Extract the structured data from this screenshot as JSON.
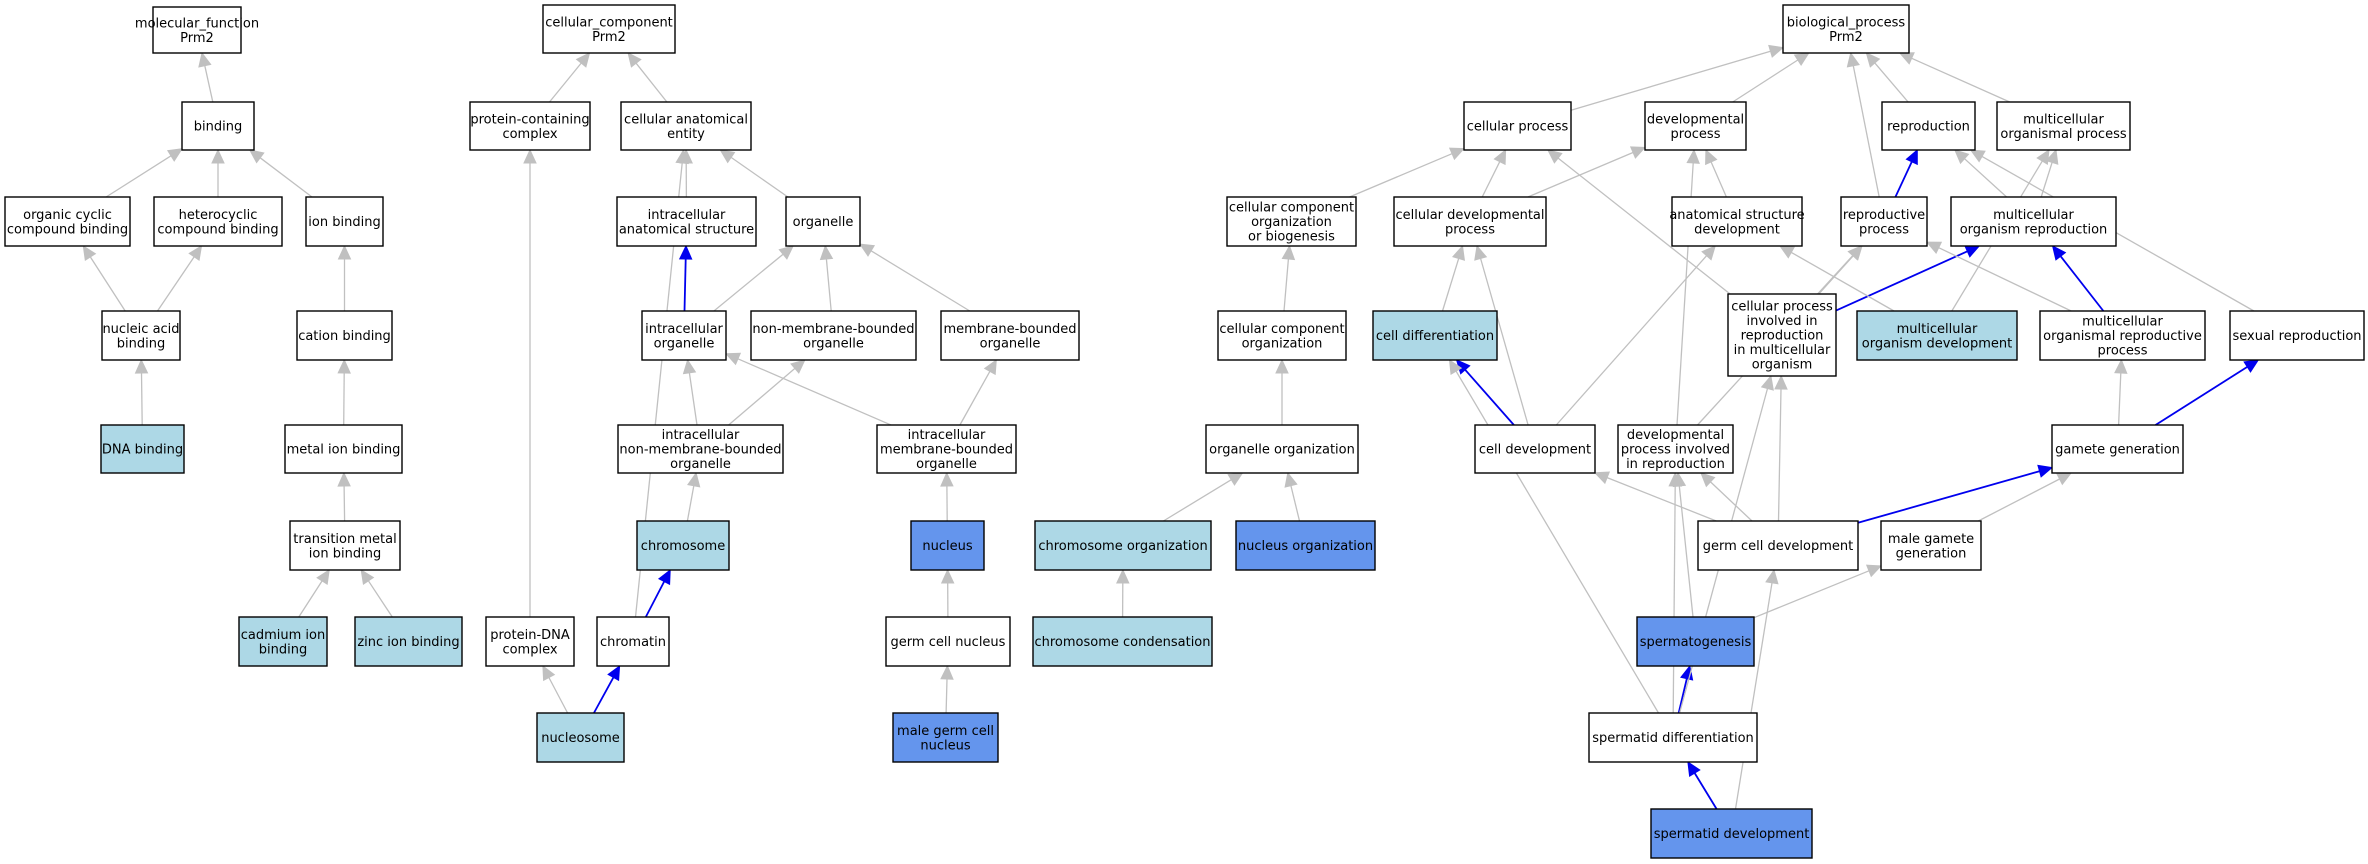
{
  "colors": {
    "plain": "#ffffff",
    "light": "#add8e6",
    "strong": "#6495ed",
    "edge": "#c0c0c0",
    "edge_highlight": "#0000ee"
  },
  "nodes": [
    {
      "id": "mf",
      "lines": [
        "molecular_function",
        "Prm2"
      ],
      "fill": "plain"
    },
    {
      "id": "binding",
      "lines": [
        "binding"
      ],
      "fill": "plain"
    },
    {
      "id": "ocb",
      "lines": [
        "organic cyclic",
        "compound binding"
      ],
      "fill": "plain"
    },
    {
      "id": "hcb",
      "lines": [
        "heterocyclic",
        "compound binding"
      ],
      "fill": "plain"
    },
    {
      "id": "ionb",
      "lines": [
        "ion binding"
      ],
      "fill": "plain"
    },
    {
      "id": "nab",
      "lines": [
        "nucleic acid",
        "binding"
      ],
      "fill": "plain"
    },
    {
      "id": "cationb",
      "lines": [
        "cation binding"
      ],
      "fill": "plain"
    },
    {
      "id": "dnab",
      "lines": [
        "DNA binding"
      ],
      "fill": "light"
    },
    {
      "id": "metalb",
      "lines": [
        "metal ion binding"
      ],
      "fill": "plain"
    },
    {
      "id": "tmib",
      "lines": [
        "transition metal",
        "ion binding"
      ],
      "fill": "plain"
    },
    {
      "id": "cdb",
      "lines": [
        "cadmium ion",
        "binding"
      ],
      "fill": "light"
    },
    {
      "id": "znb",
      "lines": [
        "zinc ion binding"
      ],
      "fill": "light"
    },
    {
      "id": "cc",
      "lines": [
        "cellular_component",
        "Prm2"
      ],
      "fill": "plain"
    },
    {
      "id": "pcc",
      "lines": [
        "protein-containing",
        "complex"
      ],
      "fill": "plain"
    },
    {
      "id": "cae",
      "lines": [
        "cellular anatomical",
        "entity"
      ],
      "fill": "plain"
    },
    {
      "id": "ias",
      "lines": [
        "intracellular",
        "anatomical structure"
      ],
      "fill": "plain"
    },
    {
      "id": "organelle",
      "lines": [
        "organelle"
      ],
      "fill": "plain"
    },
    {
      "id": "io",
      "lines": [
        "intracellular",
        "organelle"
      ],
      "fill": "plain"
    },
    {
      "id": "nmbo",
      "lines": [
        "non-membrane-bounded",
        "organelle"
      ],
      "fill": "plain"
    },
    {
      "id": "mbo",
      "lines": [
        "membrane-bounded",
        "organelle"
      ],
      "fill": "plain"
    },
    {
      "id": "inmbo",
      "lines": [
        "intracellular",
        "non-membrane-bounded",
        "organelle"
      ],
      "fill": "plain"
    },
    {
      "id": "imbo",
      "lines": [
        "intracellular",
        "membrane-bounded",
        "organelle"
      ],
      "fill": "plain"
    },
    {
      "id": "chromosome",
      "lines": [
        "chromosome"
      ],
      "fill": "light"
    },
    {
      "id": "nucleus",
      "lines": [
        "nucleus"
      ],
      "fill": "strong"
    },
    {
      "id": "pdc",
      "lines": [
        "protein-DNA",
        "complex"
      ],
      "fill": "plain"
    },
    {
      "id": "chromatin",
      "lines": [
        "chromatin"
      ],
      "fill": "plain"
    },
    {
      "id": "gcn",
      "lines": [
        "germ cell nucleus"
      ],
      "fill": "plain"
    },
    {
      "id": "nucleosome",
      "lines": [
        "nucleosome"
      ],
      "fill": "light"
    },
    {
      "id": "mgcn",
      "lines": [
        "male germ cell",
        "nucleus"
      ],
      "fill": "strong"
    },
    {
      "id": "ccob",
      "lines": [
        "cellular component",
        "organization",
        "or biogenesis"
      ],
      "fill": "plain"
    },
    {
      "id": "cco",
      "lines": [
        "cellular component",
        "organization"
      ],
      "fill": "plain"
    },
    {
      "id": "oo",
      "lines": [
        "organelle organization"
      ],
      "fill": "plain"
    },
    {
      "id": "co",
      "lines": [
        "chromosome organization"
      ],
      "fill": "light"
    },
    {
      "id": "no",
      "lines": [
        "nucleus organization"
      ],
      "fill": "strong"
    },
    {
      "id": "cond",
      "lines": [
        "chromosome condensation"
      ],
      "fill": "light"
    },
    {
      "id": "bp",
      "lines": [
        "biological_process",
        "Prm2"
      ],
      "fill": "plain"
    },
    {
      "id": "cp",
      "lines": [
        "cellular process"
      ],
      "fill": "plain"
    },
    {
      "id": "dp",
      "lines": [
        "developmental",
        "process"
      ],
      "fill": "plain"
    },
    {
      "id": "repro",
      "lines": [
        "reproduction"
      ],
      "fill": "plain"
    },
    {
      "id": "mop",
      "lines": [
        "multicellular",
        "organismal process"
      ],
      "fill": "plain"
    },
    {
      "id": "cdp",
      "lines": [
        "cellular developmental",
        "process"
      ],
      "fill": "plain"
    },
    {
      "id": "asd",
      "lines": [
        "anatomical structure",
        "development"
      ],
      "fill": "plain"
    },
    {
      "id": "rp",
      "lines": [
        "reproductive",
        "process"
      ],
      "fill": "plain"
    },
    {
      "id": "mor",
      "lines": [
        "multicellular",
        "organism reproduction"
      ],
      "fill": "plain"
    },
    {
      "id": "cdiff",
      "lines": [
        "cell differentiation"
      ],
      "fill": "light"
    },
    {
      "id": "cpirmo",
      "lines": [
        "cellular process",
        "involved in",
        "reproduction",
        "in multicellular",
        "organism"
      ],
      "fill": "plain"
    },
    {
      "id": "mod",
      "lines": [
        "multicellular",
        "organism development"
      ],
      "fill": "light"
    },
    {
      "id": "morp",
      "lines": [
        "multicellular",
        "organismal reproductive",
        "process"
      ],
      "fill": "plain"
    },
    {
      "id": "sr",
      "lines": [
        "sexual reproduction"
      ],
      "fill": "plain"
    },
    {
      "id": "cdev",
      "lines": [
        "cell development"
      ],
      "fill": "plain"
    },
    {
      "id": "dpir",
      "lines": [
        "developmental",
        "process involved",
        "in reproduction"
      ],
      "fill": "plain"
    },
    {
      "id": "gg",
      "lines": [
        "gamete generation"
      ],
      "fill": "plain"
    },
    {
      "id": "gcd",
      "lines": [
        "germ cell development"
      ],
      "fill": "plain"
    },
    {
      "id": "mgg",
      "lines": [
        "male gamete",
        "generation"
      ],
      "fill": "plain"
    },
    {
      "id": "sg",
      "lines": [
        "spermatogenesis"
      ],
      "fill": "strong"
    },
    {
      "id": "sdiff",
      "lines": [
        "spermatid differentiation"
      ],
      "fill": "plain"
    },
    {
      "id": "sdev",
      "lines": [
        "spermatid development"
      ],
      "fill": "strong"
    }
  ],
  "edges": [
    {
      "from": "binding",
      "to": "mf",
      "hl": false
    },
    {
      "from": "ocb",
      "to": "binding",
      "hl": false
    },
    {
      "from": "hcb",
      "to": "binding",
      "hl": false
    },
    {
      "from": "ionb",
      "to": "binding",
      "hl": false
    },
    {
      "from": "nab",
      "to": "ocb",
      "hl": false
    },
    {
      "from": "nab",
      "to": "hcb",
      "hl": false
    },
    {
      "from": "cationb",
      "to": "ionb",
      "hl": false
    },
    {
      "from": "dnab",
      "to": "nab",
      "hl": false
    },
    {
      "from": "metalb",
      "to": "cationb",
      "hl": false
    },
    {
      "from": "tmib",
      "to": "metalb",
      "hl": false
    },
    {
      "from": "cdb",
      "to": "tmib",
      "hl": false
    },
    {
      "from": "znb",
      "to": "tmib",
      "hl": false
    },
    {
      "from": "pcc",
      "to": "cc",
      "hl": false
    },
    {
      "from": "cae",
      "to": "cc",
      "hl": false
    },
    {
      "from": "ias",
      "to": "cae",
      "hl": false
    },
    {
      "from": "organelle",
      "to": "cae",
      "hl": false
    },
    {
      "from": "io",
      "to": "ias",
      "hl": true
    },
    {
      "from": "io",
      "to": "organelle",
      "hl": false
    },
    {
      "from": "nmbo",
      "to": "organelle",
      "hl": false
    },
    {
      "from": "mbo",
      "to": "organelle",
      "hl": false
    },
    {
      "from": "inmbo",
      "to": "io",
      "hl": false
    },
    {
      "from": "inmbo",
      "to": "nmbo",
      "hl": false
    },
    {
      "from": "imbo",
      "to": "io",
      "hl": false
    },
    {
      "from": "imbo",
      "to": "mbo",
      "hl": false
    },
    {
      "from": "chromosome",
      "to": "inmbo",
      "hl": false
    },
    {
      "from": "nucleus",
      "to": "imbo",
      "hl": false
    },
    {
      "from": "pdc",
      "to": "pcc",
      "hl": false
    },
    {
      "from": "chromatin",
      "to": "chromosome",
      "hl": true
    },
    {
      "from": "chromatin",
      "to": "cae",
      "hl": false
    },
    {
      "from": "gcn",
      "to": "nucleus",
      "hl": false
    },
    {
      "from": "nucleosome",
      "to": "chromatin",
      "hl": true
    },
    {
      "from": "nucleosome",
      "to": "pdc",
      "hl": false
    },
    {
      "from": "mgcn",
      "to": "gcn",
      "hl": false
    },
    {
      "from": "ccob",
      "to": "cp",
      "hl": false
    },
    {
      "from": "cco",
      "to": "ccob",
      "hl": false
    },
    {
      "from": "oo",
      "to": "cco",
      "hl": false
    },
    {
      "from": "co",
      "to": "oo",
      "hl": false
    },
    {
      "from": "no",
      "to": "oo",
      "hl": false
    },
    {
      "from": "cond",
      "to": "co",
      "hl": false
    },
    {
      "from": "cp",
      "to": "bp",
      "hl": false
    },
    {
      "from": "dp",
      "to": "bp",
      "hl": false
    },
    {
      "from": "repro",
      "to": "bp",
      "hl": false
    },
    {
      "from": "mop",
      "to": "bp",
      "hl": false
    },
    {
      "from": "cdp",
      "to": "cp",
      "hl": false
    },
    {
      "from": "cdp",
      "to": "dp",
      "hl": false
    },
    {
      "from": "asd",
      "to": "dp",
      "hl": false
    },
    {
      "from": "rp",
      "to": "repro",
      "hl": true
    },
    {
      "from": "rp",
      "to": "bp",
      "hl": false
    },
    {
      "from": "mor",
      "to": "repro",
      "hl": false
    },
    {
      "from": "mor",
      "to": "mop",
      "hl": false
    },
    {
      "from": "cdiff",
      "to": "cdp",
      "hl": false
    },
    {
      "from": "cpirmo",
      "to": "cp",
      "hl": false
    },
    {
      "from": "cpirmo",
      "to": "rp",
      "hl": false
    },
    {
      "from": "cpirmo",
      "to": "mor",
      "hl": true
    },
    {
      "from": "mod",
      "to": "asd",
      "hl": false
    },
    {
      "from": "mod",
      "to": "mop",
      "hl": false
    },
    {
      "from": "morp",
      "to": "mor",
      "hl": true
    },
    {
      "from": "morp",
      "to": "rp",
      "hl": false
    },
    {
      "from": "sr",
      "to": "repro",
      "hl": false
    },
    {
      "from": "cdev",
      "to": "cdiff",
      "hl": true
    },
    {
      "from": "cdev",
      "to": "cdp",
      "hl": false
    },
    {
      "from": "cdev",
      "to": "asd",
      "hl": false
    },
    {
      "from": "dpir",
      "to": "dp",
      "hl": false
    },
    {
      "from": "dpir",
      "to": "rp",
      "hl": false
    },
    {
      "from": "gg",
      "to": "sr",
      "hl": true
    },
    {
      "from": "gg",
      "to": "morp",
      "hl": false
    },
    {
      "from": "gcd",
      "to": "gg",
      "hl": true
    },
    {
      "from": "gcd",
      "to": "cdev",
      "hl": false
    },
    {
      "from": "gcd",
      "to": "dpir",
      "hl": false
    },
    {
      "from": "gcd",
      "to": "cpirmo",
      "hl": false
    },
    {
      "from": "mgg",
      "to": "gg",
      "hl": false
    },
    {
      "from": "sg",
      "to": "mgg",
      "hl": false
    },
    {
      "from": "sg",
      "to": "dpir",
      "hl": false
    },
    {
      "from": "sdiff",
      "to": "sg",
      "hl": true
    },
    {
      "from": "sdiff",
      "to": "cdiff",
      "hl": false
    },
    {
      "from": "sdiff",
      "to": "dpir",
      "hl": false
    },
    {
      "from": "sdiff",
      "to": "cpirmo",
      "hl": false
    },
    {
      "from": "sdev",
      "to": "sdiff",
      "hl": true
    },
    {
      "from": "sdev",
      "to": "gcd",
      "hl": false
    }
  ]
}
